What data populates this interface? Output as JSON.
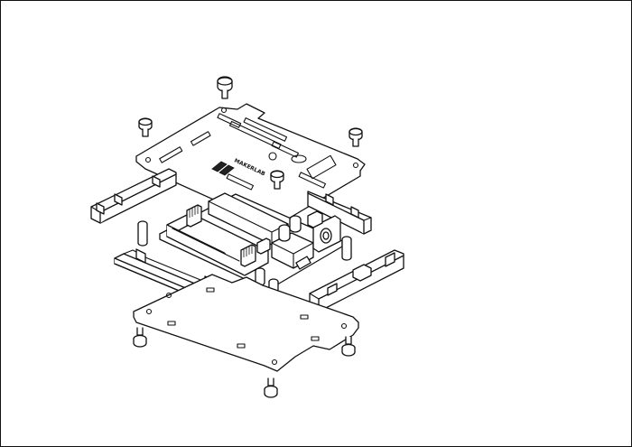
{
  "diagram": {
    "logo_text": "MAKERLAB",
    "colors": {
      "line": "#111111",
      "fill": "#ffffff",
      "accent": "#222222"
    },
    "parts": [
      "top-screw",
      "top-plate",
      "left-side-rail",
      "right-side-rail",
      "circuit-board",
      "standoff",
      "bottom-side-rail",
      "bottom-plate",
      "bottom-screw"
    ]
  }
}
